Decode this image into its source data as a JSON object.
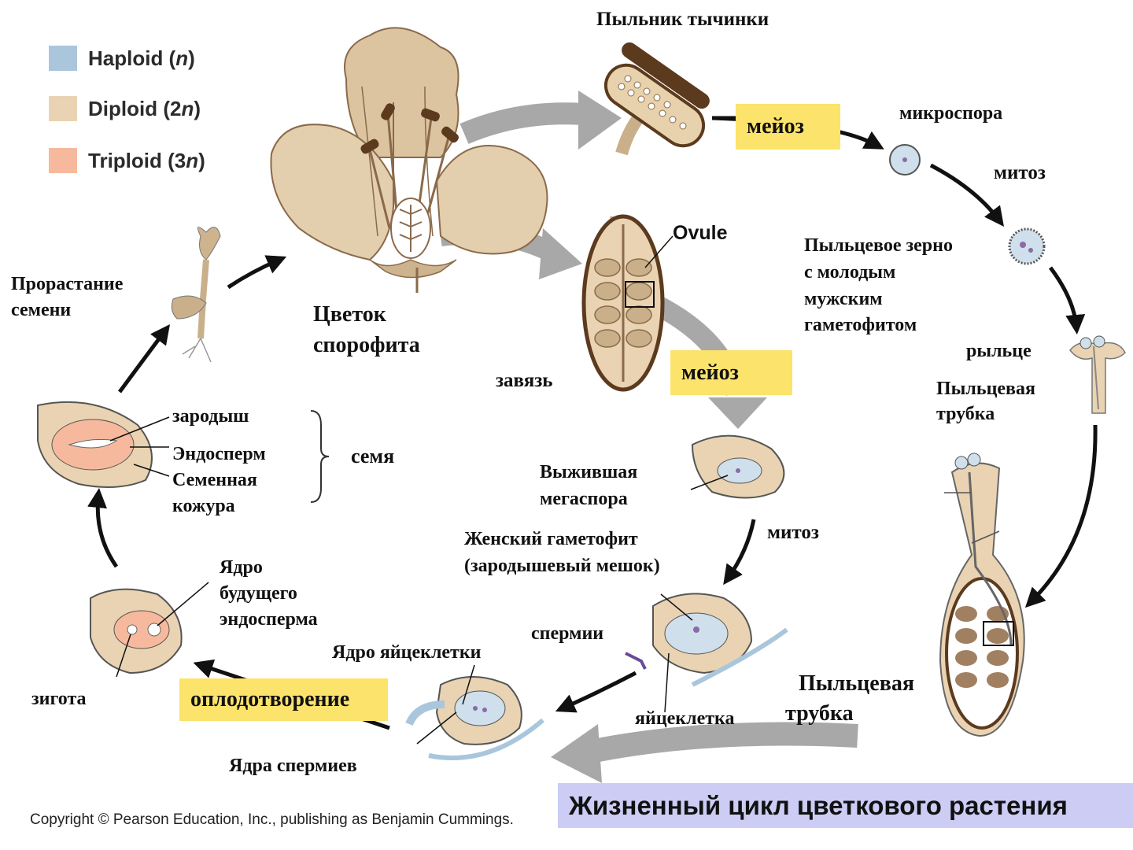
{
  "legend": {
    "haploid": {
      "label": "Haploid (",
      "italic": "n",
      "close": ")",
      "color": "#a9c6dc"
    },
    "diploid": {
      "label": "Diploid (2",
      "italic": "n",
      "close": ")",
      "color": "#e9d3b2"
    },
    "triploid": {
      "label": "Triploid (3",
      "italic": "n",
      "close": ")",
      "color": "#f7b99d"
    }
  },
  "labels": {
    "anther": "Пыльник тычинки",
    "meiosis_male": "мейоз",
    "microspore": "микроспора",
    "mitosis_male": "митоз",
    "pollen_grain_1": "Пыльцевое зерно",
    "pollen_grain_2": "с молодым",
    "pollen_grain_3": "мужским",
    "pollen_grain_4": "гаметофитом",
    "ovule": "Ovule",
    "stigma": "рыльце",
    "pollen_tube_small_1": "Пыльцевая",
    "pollen_tube_small_2": "трубка",
    "germination_1": "Прорастание",
    "germination_2": "семени",
    "flower_1": "Цветок",
    "flower_2": "спорофита",
    "ovary": "завязь",
    "meiosis_female": "мейоз",
    "embryo": "зародыш",
    "endosperm": "Эндосперм",
    "seed_coat_1": "Семенная",
    "seed_coat_2": "кожура",
    "seed": "семя",
    "megaspore_1": "Выжившая",
    "megaspore_2": "мегаспора",
    "mitosis_female": "митоз",
    "female_gametophyte_1": "Женский гаметофит",
    "female_gametophyte_2": "(зародышевый мешок)",
    "endosperm_nucleus_1": "Ядро",
    "endosperm_nucleus_2": "будущего",
    "endosperm_nucleus_3": "эндосперма",
    "sperm": "спермии",
    "egg_nucleus": "Ядро яйцеклетки",
    "zygote": "зигота",
    "fertilization": "оплодотворение",
    "egg": "яйцеклетка",
    "pollen_tube_big_1": "Пыльцевая",
    "pollen_tube_big_2": "трубка",
    "sperm_nuclei": "Ядра спермиев"
  },
  "title": "Жизненный цикл цветкового растения",
  "copyright": "Copyright © Pearson Education, Inc., publishing as Benjamin Cummings."
}
